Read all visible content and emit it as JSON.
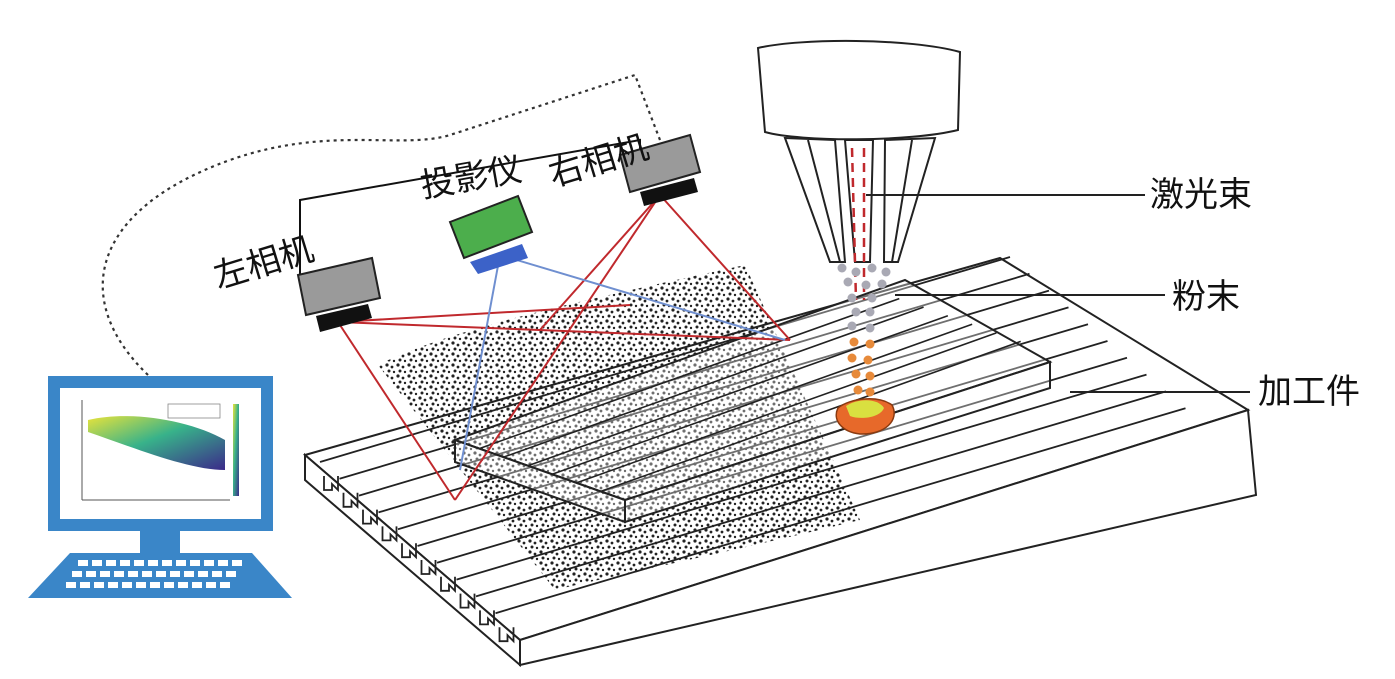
{
  "labels": {
    "left_camera": "左相机",
    "projector": "投影仪",
    "right_camera": "右相机",
    "laser_beam": "激光束",
    "powder": "粉末",
    "workpiece": "加工件"
  },
  "colors": {
    "line": "#222222",
    "laser_red": "#c0292d",
    "projector_blue": "#6f8fd0",
    "camera_body": "#9a9a9a",
    "projector_body": "#4cae4c",
    "projector_lens": "#3c62c8",
    "monitor_blue": "#3a86c8",
    "powder_gray": "#a9a9b4",
    "powder_orange": "#e78a3a",
    "melt_pool": "#f0a030",
    "melt_core": "#d9e040"
  },
  "icons": [
    "camera-icon",
    "projector-icon",
    "computer-icon",
    "laser-nozzle-icon"
  ]
}
